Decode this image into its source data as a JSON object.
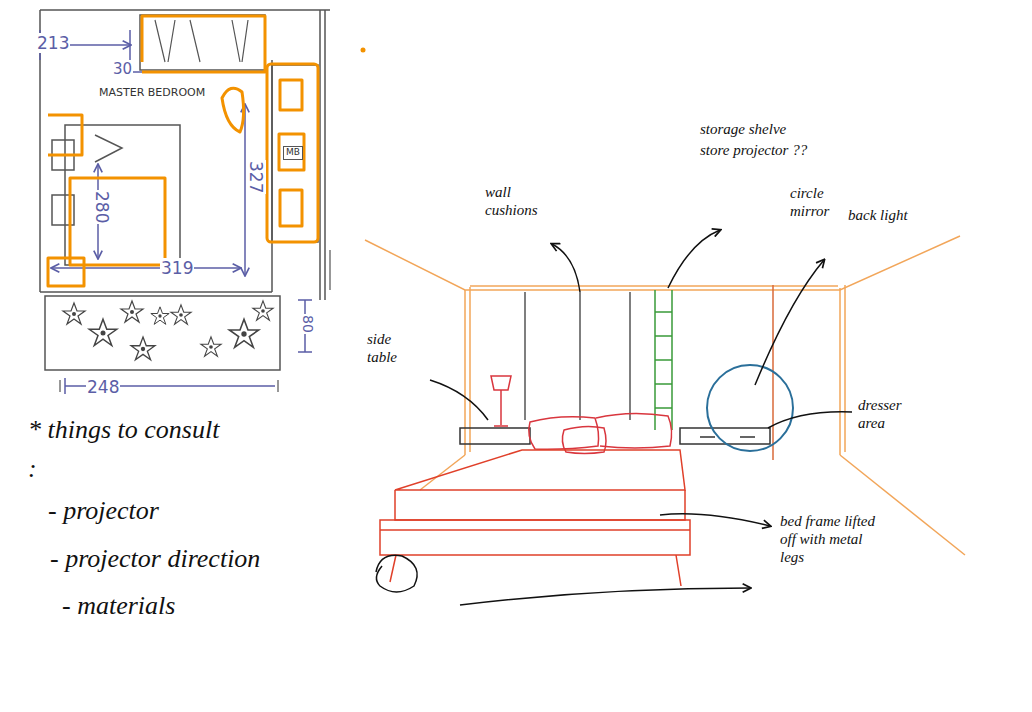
{
  "diagram": {
    "nodes": [
      {
        "text": [
          "MB"
        ]
      }
    ],
    "labels": [
      "213",
      "30",
      "MASTER BEDROOM",
      "327",
      "280",
      "319",
      "80",
      "248",
      "* things to consult :",
      "- projector",
      "- projector direction",
      "- materials",
      "wall cushions",
      "storage shelve",
      "store projector ??",
      "circle mirror",
      "back light",
      "side table",
      "dresser area",
      "bed frame lifted off with metal legs"
    ]
  }
}
